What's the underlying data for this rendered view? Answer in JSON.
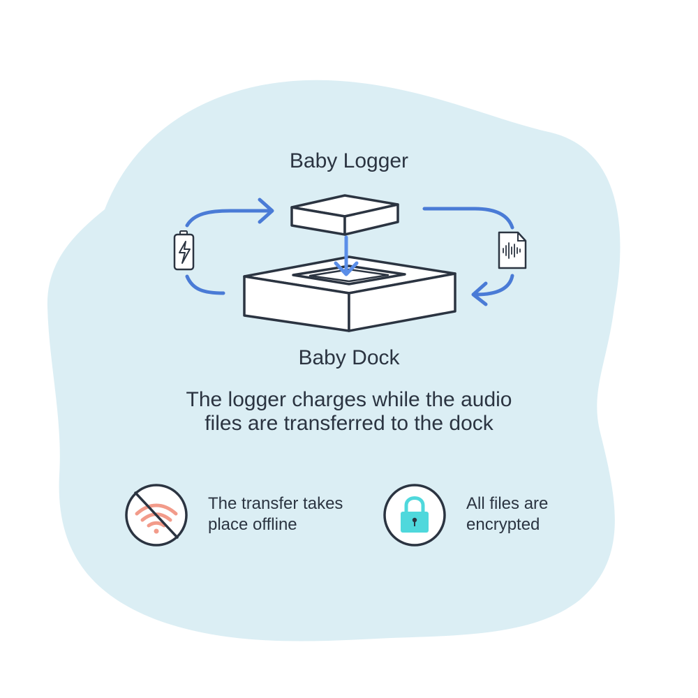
{
  "diagram": {
    "top_label": "Baby Logger",
    "bottom_label": "Baby Dock",
    "caption_line1": "The logger charges while the audio",
    "caption_line2": "files are transferred to the dock"
  },
  "features": [
    {
      "text_line1": "The transfer takes",
      "text_line2": "place offline",
      "icon": "no-wifi-icon"
    },
    {
      "text_line1": "All files are",
      "text_line2": "encrypted",
      "icon": "lock-icon"
    }
  ],
  "colors": {
    "background_blob": "#dbeef4",
    "arrow_blue": "#4a7bd6",
    "outline": "#2b3441",
    "wifi_coral": "#f29b8a",
    "lock_teal": "#4fd8dc"
  }
}
